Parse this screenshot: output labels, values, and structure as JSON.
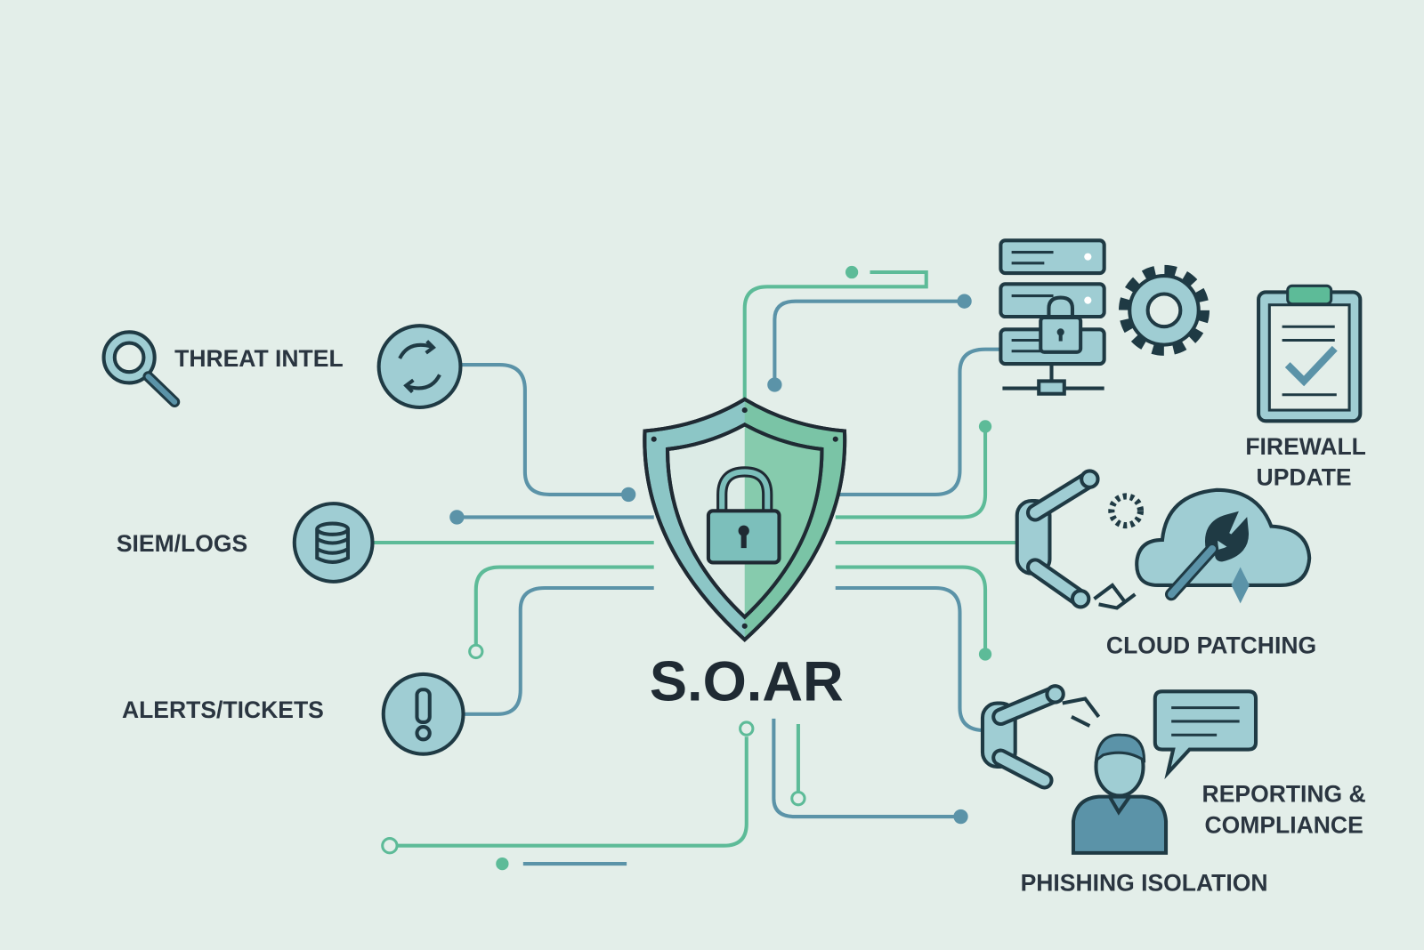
{
  "title": "S.O.AR",
  "inputs": {
    "threat_intel": "THREAT INTEL",
    "siem_logs": "SIEM/LOGS",
    "alerts_tickets": "ALERTS/TICKETS"
  },
  "outputs": {
    "firewall_update_1": "FIREWALL",
    "firewall_update_2": "UPDATE",
    "cloud_patching": "CLOUD PATCHING",
    "reporting_1": "REPORTING &",
    "reporting_2": "COMPLIANCE",
    "phishing_isolation": "PHISHING ISOLATION"
  },
  "colors": {
    "background": "#e3eee9",
    "line_blue": "#5b93a8",
    "line_green": "#5dbb98",
    "dark": "#1f2a33",
    "icon_fill": "#9fcdd3"
  }
}
